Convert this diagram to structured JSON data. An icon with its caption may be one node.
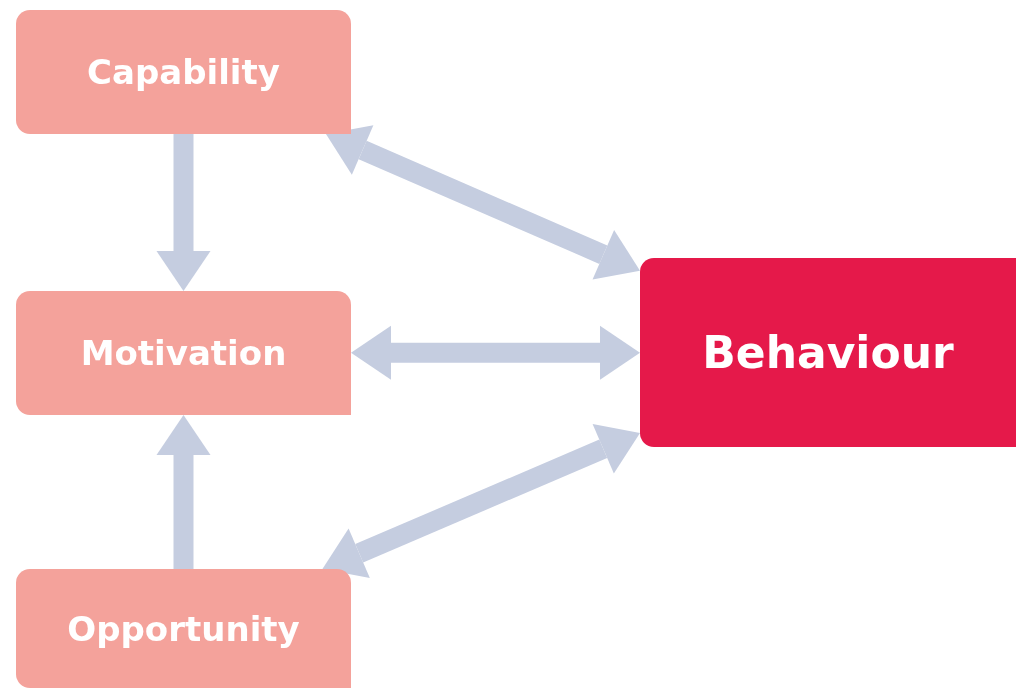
{
  "diagram": {
    "nodes": [
      {
        "text": [
          "Capability"
        ]
      },
      {
        "text": [
          "Motivation"
        ]
      },
      {
        "text": [
          "Opportunity"
        ]
      },
      {
        "text": [
          "Behaviour"
        ]
      }
    ],
    "edges": [
      {
        "from": 0,
        "to": 1,
        "arrow": "to"
      },
      {
        "from": 2,
        "to": 1,
        "arrow": "to"
      },
      {
        "from": 0,
        "to": 3,
        "arrow": "both"
      },
      {
        "from": 1,
        "to": 3,
        "arrow": "both"
      },
      {
        "from": 2,
        "to": 3,
        "arrow": "both"
      }
    ]
  }
}
